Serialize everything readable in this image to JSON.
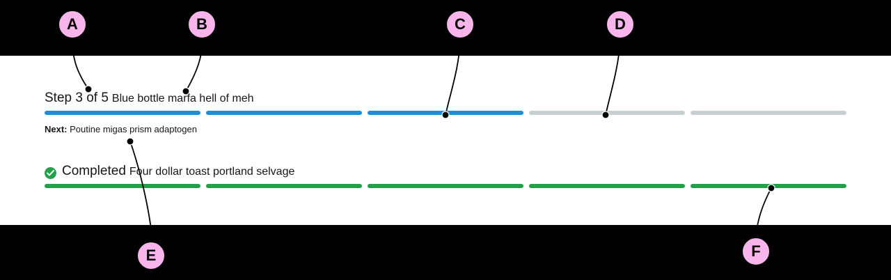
{
  "colors": {
    "progress_active": "#1c8fda",
    "progress_pending": "#c6ced2",
    "progress_complete": "#24a148",
    "callout_fill": "#f7b5ec"
  },
  "stepper_in_progress": {
    "count_label": "Step 3 of 5",
    "title": "Blue bottle marfa hell of meh",
    "current_step": 3,
    "total_steps": 5,
    "segment_states": [
      "active",
      "active",
      "active",
      "pending",
      "pending"
    ],
    "next_label": "Next:",
    "next_title": "Poutine migas prism adaptogen"
  },
  "stepper_completed": {
    "status_icon": "checkmark-circle-icon",
    "status_label": "Completed",
    "title": "Four dollar toast portland selvage",
    "total_steps": 5,
    "segment_states": [
      "complete",
      "complete",
      "complete",
      "complete",
      "complete"
    ]
  },
  "callouts": [
    "A",
    "B",
    "C",
    "D",
    "E",
    "F"
  ]
}
